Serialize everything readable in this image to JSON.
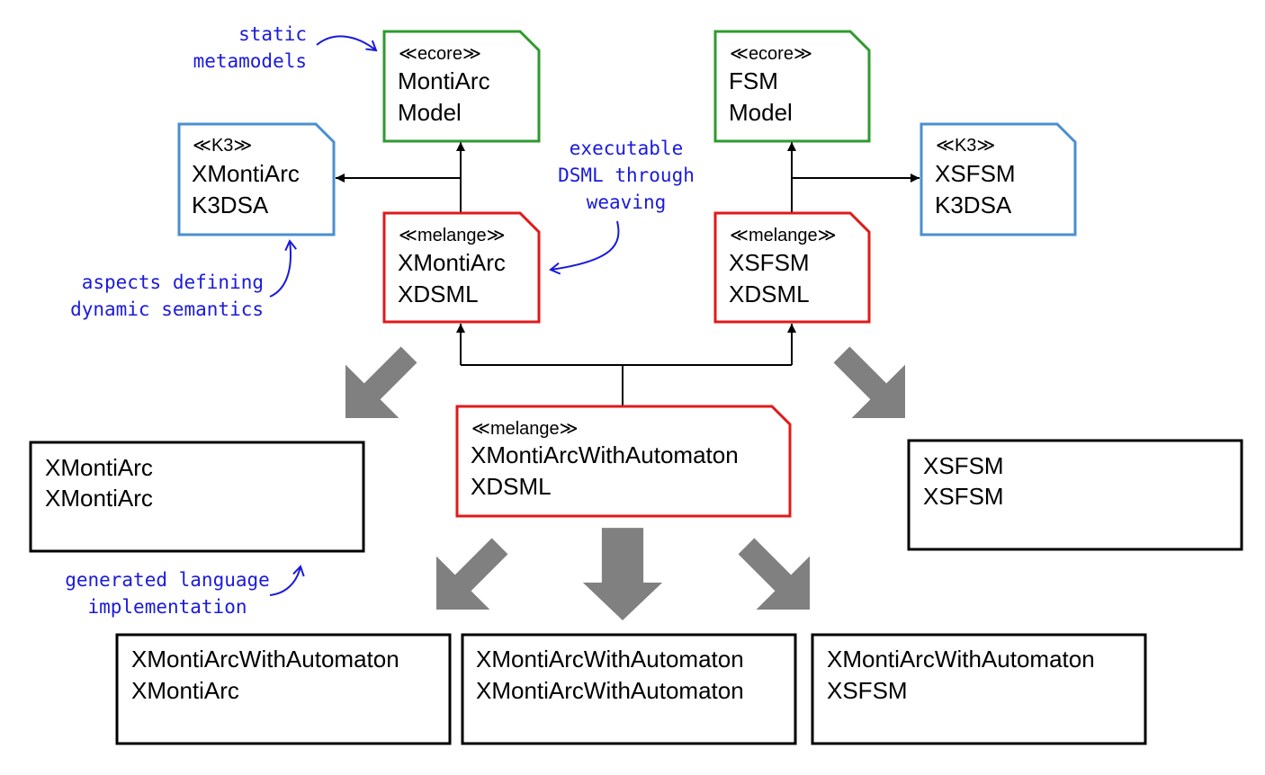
{
  "colors": {
    "ecore_border": "#2e9a2e",
    "k3_border": "#4a8fd0",
    "melange_border": "#e01a1a",
    "generated_border": "#000000",
    "block_arrow": "#808080",
    "annotation": "#1a1adc"
  },
  "ecore_montiarc": {
    "stereotype": "≪ecore≫",
    "line1": "MontiArc",
    "line2": "Model"
  },
  "ecore_fsm": {
    "stereotype": "≪ecore≫",
    "line1": "FSM",
    "line2": "Model"
  },
  "k3_xmontiarc": {
    "stereotype": "≪K3≫",
    "line1": "XMontiArc",
    "line2": "K3DSA"
  },
  "k3_xsfsm": {
    "stereotype": "≪K3≫",
    "line1": "XSFSM",
    "line2": "K3DSA"
  },
  "melange_xmontiarc": {
    "stereotype": "≪melange≫",
    "line1": "XMontiArc",
    "line2": "XDSML"
  },
  "melange_xsfsm": {
    "stereotype": "≪melange≫",
    "line1": "XSFSM",
    "line2": "XDSML"
  },
  "melange_combined": {
    "stereotype": "≪melange≫",
    "line1": "XMontiArcWithAutomaton",
    "line2": "XDSML"
  },
  "generated": {
    "xmontiarc": {
      "line1": "XMontiArc",
      "line2": "XMontiArc"
    },
    "xsfsm": {
      "line1": "XSFSM",
      "line2": "XSFSM"
    },
    "combined_xmontiarc": {
      "line1": "XMontiArcWithAutomaton",
      "line2": "XMontiArc"
    },
    "combined_combined": {
      "line1": "XMontiArcWithAutomaton",
      "line2": "XMontiArcWithAutomaton"
    },
    "combined_xsfsm": {
      "line1": "XMontiArcWithAutomaton",
      "line2": "XSFSM"
    }
  },
  "annotations": {
    "static_metamodels": {
      "line1": "static",
      "line2": "metamodels"
    },
    "executable_dsml": {
      "line1": "executable",
      "line2": "DSML through",
      "line3": "weaving"
    },
    "aspects": {
      "line1": "aspects defining",
      "line2": "dynamic semantics"
    },
    "generated_impl": {
      "line1": "generated language",
      "line2": "implementation"
    }
  }
}
